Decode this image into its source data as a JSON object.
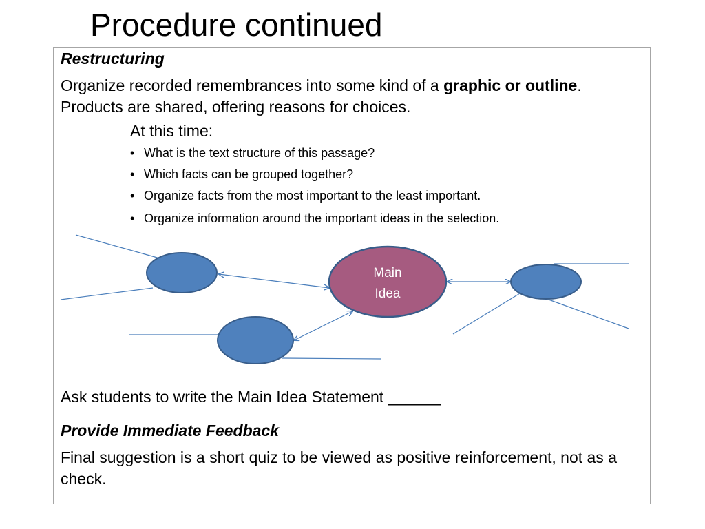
{
  "slide": {
    "title": "Procedure continued"
  },
  "restructuring": {
    "heading": "Restructuring",
    "para_before": "Organize recorded remembrances into some kind of a ",
    "para_bold": "graphic or outline",
    "para_after": ".  Products are shared, offering reasons for choices.",
    "at_this_time": "At this time:",
    "bullets": [
      "What is the text structure of this passage?",
      "Which facts can be grouped together?",
      "Organize facts from the most important to the least important.",
      "Organize information around the important ideas in the selection."
    ]
  },
  "diagram": {
    "main_idea_line1": "Main",
    "main_idea_line2": "Idea",
    "colors": {
      "main_fill": "#a65b80",
      "node_fill": "#4f81bd",
      "node_stroke": "#385d8a",
      "line": "#4a7ebb"
    }
  },
  "closing": {
    "statement": "Ask students to write the Main Idea Statement ______",
    "feedback_heading": "Provide Immediate Feedback",
    "feedback_text": "Final suggestion is a short quiz to be viewed as positive reinforcement, not as a check."
  }
}
